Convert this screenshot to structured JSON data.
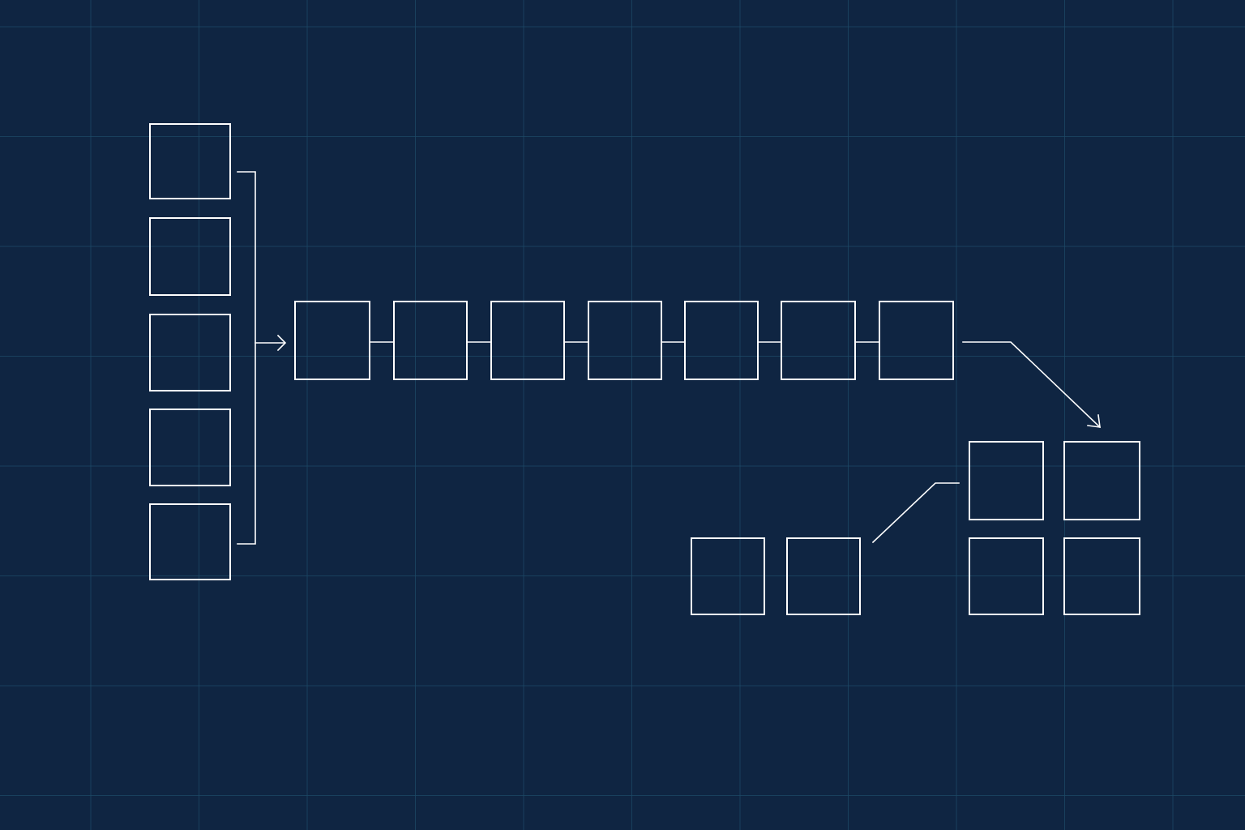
{
  "theme": {
    "background": "#0f2542",
    "grid_color": "#1d4a66",
    "stroke_color": "#ffffff"
  },
  "grid": {
    "visible": true
  },
  "diagram": {
    "groups": [
      {
        "id": "input-stack",
        "node_count": 5
      },
      {
        "id": "sequence-chain",
        "node_count": 7
      },
      {
        "id": "output-pair",
        "node_count": 2
      },
      {
        "id": "output-grid",
        "node_count": 4
      }
    ],
    "edges": [
      {
        "from": "input-stack",
        "to": "sequence-chain",
        "arrow": true
      },
      {
        "from": "sequence-chain",
        "to": "output-grid",
        "arrow": true
      },
      {
        "from": "output-pair",
        "to": "output-grid",
        "arrow": false
      }
    ]
  }
}
